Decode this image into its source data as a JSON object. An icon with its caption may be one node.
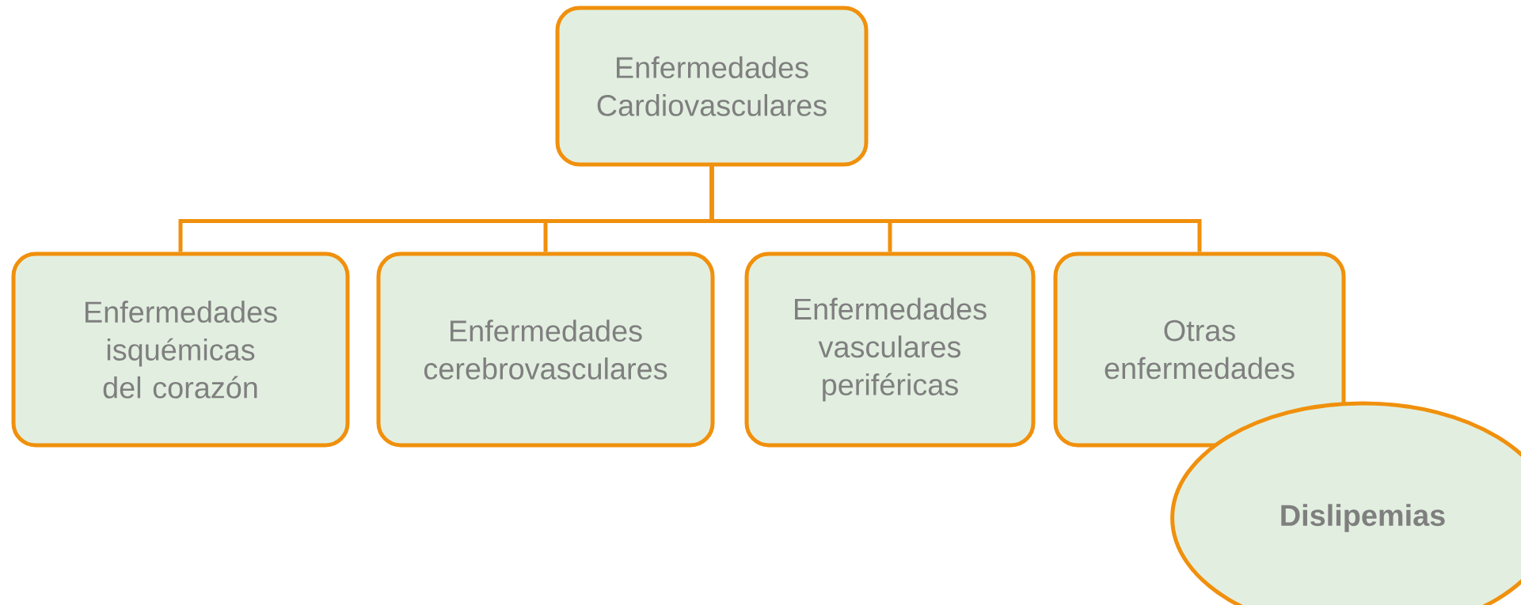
{
  "diagram": {
    "nodes": [
      {
        "text": [
          "Enfermedades Cardiovasculares"
        ]
      },
      {
        "text": [
          "Enfermedades isquémicas del corazón"
        ]
      },
      {
        "text": [
          "Enfermedades cerebrovasculares"
        ]
      },
      {
        "text": [
          "Enfermedades vasculares periféricas"
        ]
      },
      {
        "text": [
          "Otras enfermedades"
        ]
      },
      {
        "text": [
          "Dislipemias"
        ]
      }
    ],
    "edges": [
      {
        "from": 0,
        "to": 1,
        "arrow": "none"
      },
      {
        "from": 0,
        "to": 2,
        "arrow": "none"
      },
      {
        "from": 0,
        "to": 3,
        "arrow": "none"
      },
      {
        "from": 0,
        "to": 4,
        "arrow": "none"
      }
    ]
  }
}
